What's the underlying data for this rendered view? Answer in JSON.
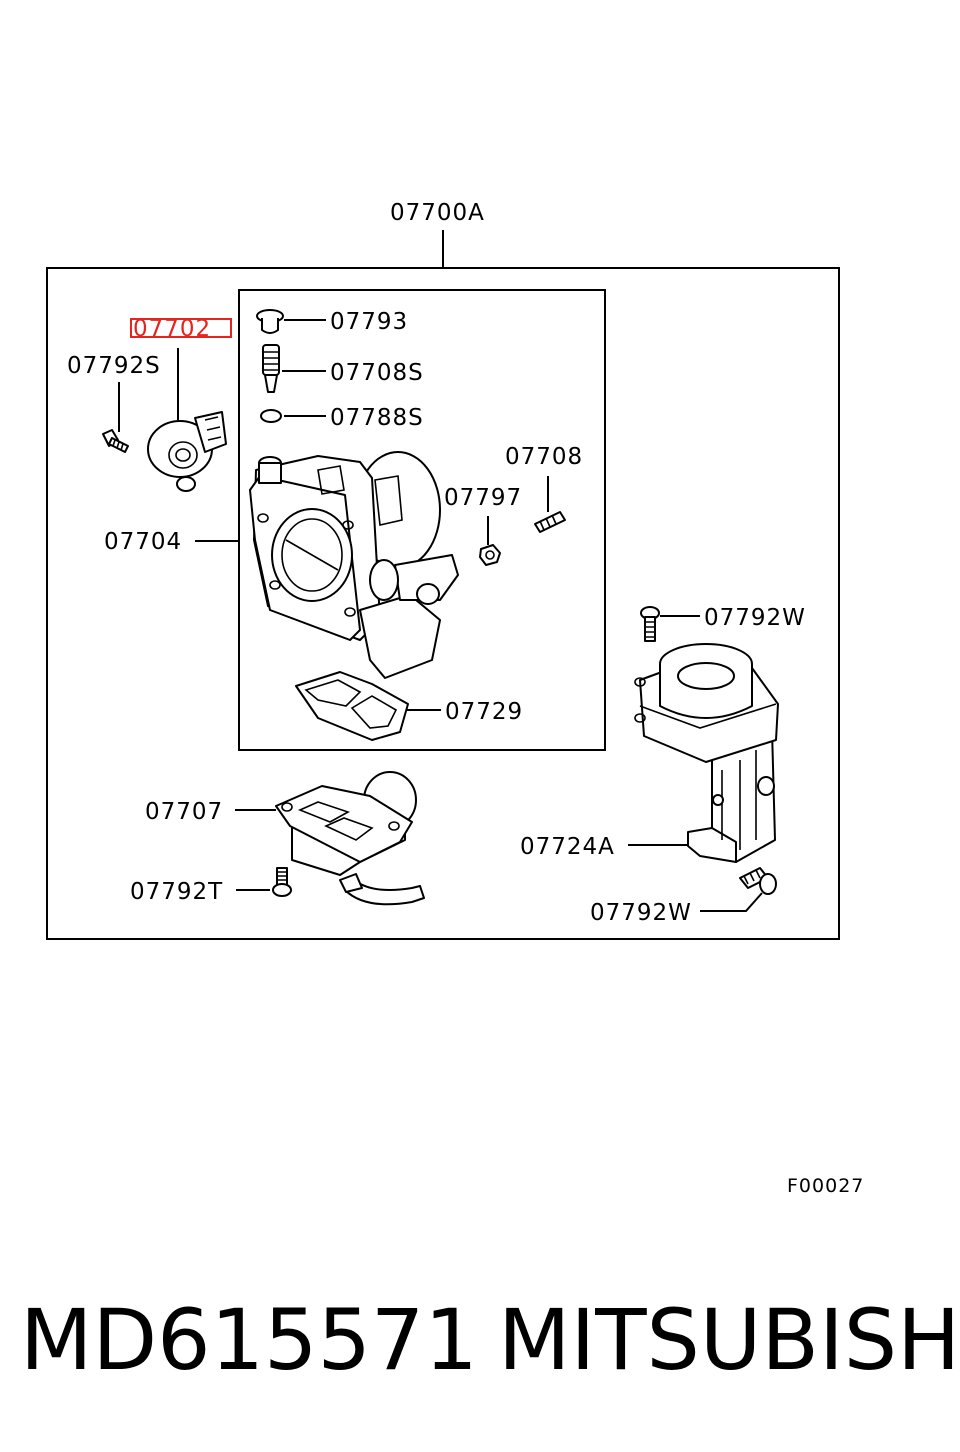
{
  "labels": {
    "assembly": "07700A",
    "tps": "07702",
    "tps_screw": "07792S",
    "throttle_body": "07704",
    "cap": "07793",
    "adjust_screw": "07708S",
    "oring": "07788S",
    "stud": "07708",
    "nut": "07797",
    "bracket_bolt_top": "07792W",
    "gasket": "07729",
    "adapter": "07707",
    "adapter_bolt": "07792T",
    "bracket": "07724A",
    "bracket_bolt_bottom": "07792W"
  },
  "figure_code": "F00027",
  "footer": {
    "part_number": "MD615571",
    "brand": "MITSUBISHI"
  },
  "colors": {
    "line": "#000000",
    "highlight": "#e8231e"
  }
}
